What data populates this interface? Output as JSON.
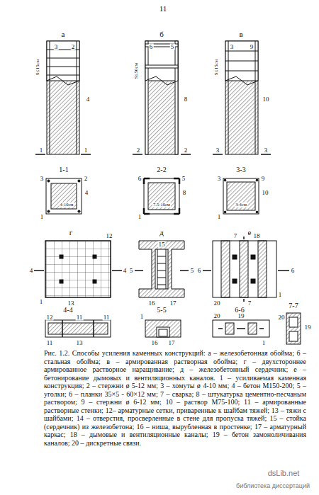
{
  "diagram": {
    "caption": "Рис. 1.2. Способы усиления каменных конструкций: а – железобетонная обойма; б – стальная обойма; в – армированная растворная обойма; г – двухстороннее армированное растворное наращивание; д – железобетонный сердечник; е – бетонирование дымовых и вентиляционных каналов. 1 – усиливаемая каменная конструкция; 2 – стержни ø 5-12 мм; 3 – хомуты ø 4-10 мм; 4 – бетон М150-200; 5 – уголки; 6 – планки 35×5 - 60×12 мм; 7 – сварка; 8 – штукатурка цементно-песчаным раствором; 9 – стержни ø 6-12 мм; 10 – раствор М75-100; 11 – армированные растворные стенки; 12– арматурные сетки, приваренные к шайбам тяжей; 13 – тяжи с шайбами; 14 – отверстия, просверленные в стене для пропуска тяжей; 15 – стойка (сердечник) из железобетона; 16 – ниша, вырубленная в простенке; 17 – арматурный каркас; 18 – дымовые и вентиляционные каналы; 19 – бетон замоноличивания каналов; 20 – дискретные связи.",
    "labels": [
      "11",
      "а",
      "б",
      "в",
      "3",
      "2",
      "S≤15см",
      "4",
      "1",
      "1",
      "6",
      "5",
      "S≤50см",
      "8",
      "2",
      "2",
      "3",
      "9",
      "S≤15см",
      "10",
      "3",
      "3",
      "1-1",
      "2-2",
      "3-3",
      "3",
      "2",
      "4",
      "4-10см",
      "1",
      "6",
      "5",
      "8",
      "7.5-10см",
      "1",
      "3",
      "9",
      "10",
      "3-4см",
      "1",
      "г",
      "12",
      "4",
      "4",
      "1",
      "13",
      "д",
      "15",
      "5",
      "5",
      "16",
      "17",
      "е",
      "7",
      "18",
      "6",
      "6",
      "7",
      "20",
      "1",
      "4-4",
      "5-5",
      "6-6",
      "7-7",
      "12",
      "11",
      "11",
      "11",
      "13",
      "1",
      "16",
      "17",
      "20",
      "19",
      "1",
      "20",
      "19",
      "dsLib.net",
      "библиотека диссертаций"
    ]
  }
}
